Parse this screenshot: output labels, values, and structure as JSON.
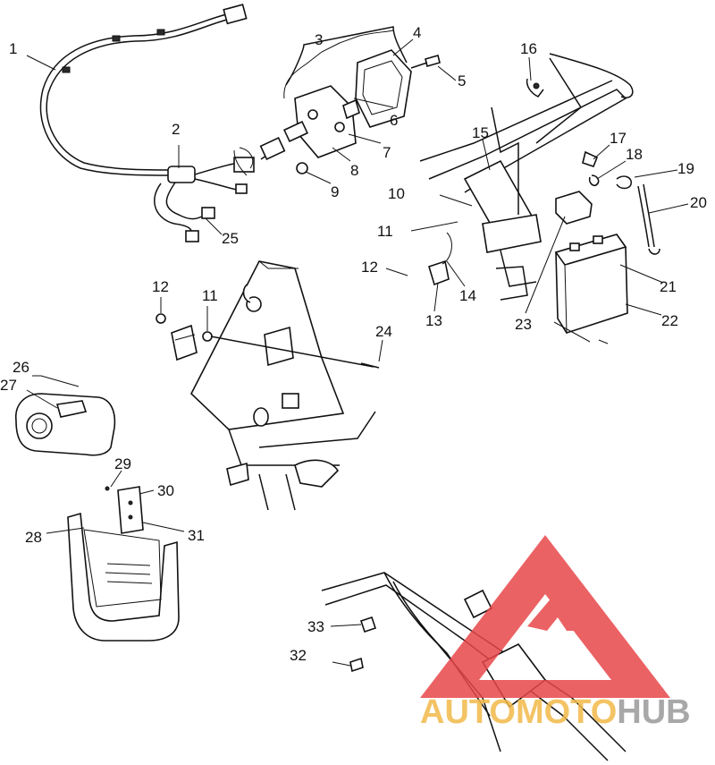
{
  "callouts": [
    {
      "id": "1",
      "text": "1"
    },
    {
      "id": "2",
      "text": "2"
    },
    {
      "id": "3",
      "text": "3"
    },
    {
      "id": "4",
      "text": "4"
    },
    {
      "id": "5",
      "text": "5"
    },
    {
      "id": "6",
      "text": "6"
    },
    {
      "id": "7",
      "text": "7"
    },
    {
      "id": "8",
      "text": "8"
    },
    {
      "id": "9",
      "text": "9"
    },
    {
      "id": "10",
      "text": "10"
    },
    {
      "id": "11a",
      "text": "11"
    },
    {
      "id": "11b",
      "text": "11"
    },
    {
      "id": "12a",
      "text": "12"
    },
    {
      "id": "12b",
      "text": "12"
    },
    {
      "id": "13",
      "text": "13"
    },
    {
      "id": "14",
      "text": "14"
    },
    {
      "id": "15",
      "text": "15"
    },
    {
      "id": "16",
      "text": "16"
    },
    {
      "id": "17",
      "text": "17"
    },
    {
      "id": "18",
      "text": "18"
    },
    {
      "id": "19",
      "text": "19"
    },
    {
      "id": "20",
      "text": "20"
    },
    {
      "id": "21",
      "text": "21"
    },
    {
      "id": "22",
      "text": "22"
    },
    {
      "id": "23",
      "text": "23"
    },
    {
      "id": "24",
      "text": "24"
    },
    {
      "id": "25",
      "text": "25"
    },
    {
      "id": "26",
      "text": "26"
    },
    {
      "id": "27",
      "text": "27"
    },
    {
      "id": "28",
      "text": "28"
    },
    {
      "id": "29",
      "text": "29"
    },
    {
      "id": "30",
      "text": "30"
    },
    {
      "id": "31",
      "text": "31"
    },
    {
      "id": "32",
      "text": "32"
    },
    {
      "id": "33",
      "text": "33"
    }
  ],
  "watermark": {
    "text_part1": "AUTOMOTO",
    "text_part2": "HUB",
    "color_primary": "#e8474a",
    "color_secondary": "#9a9a9a",
    "color_accent": "#f2b94a"
  }
}
